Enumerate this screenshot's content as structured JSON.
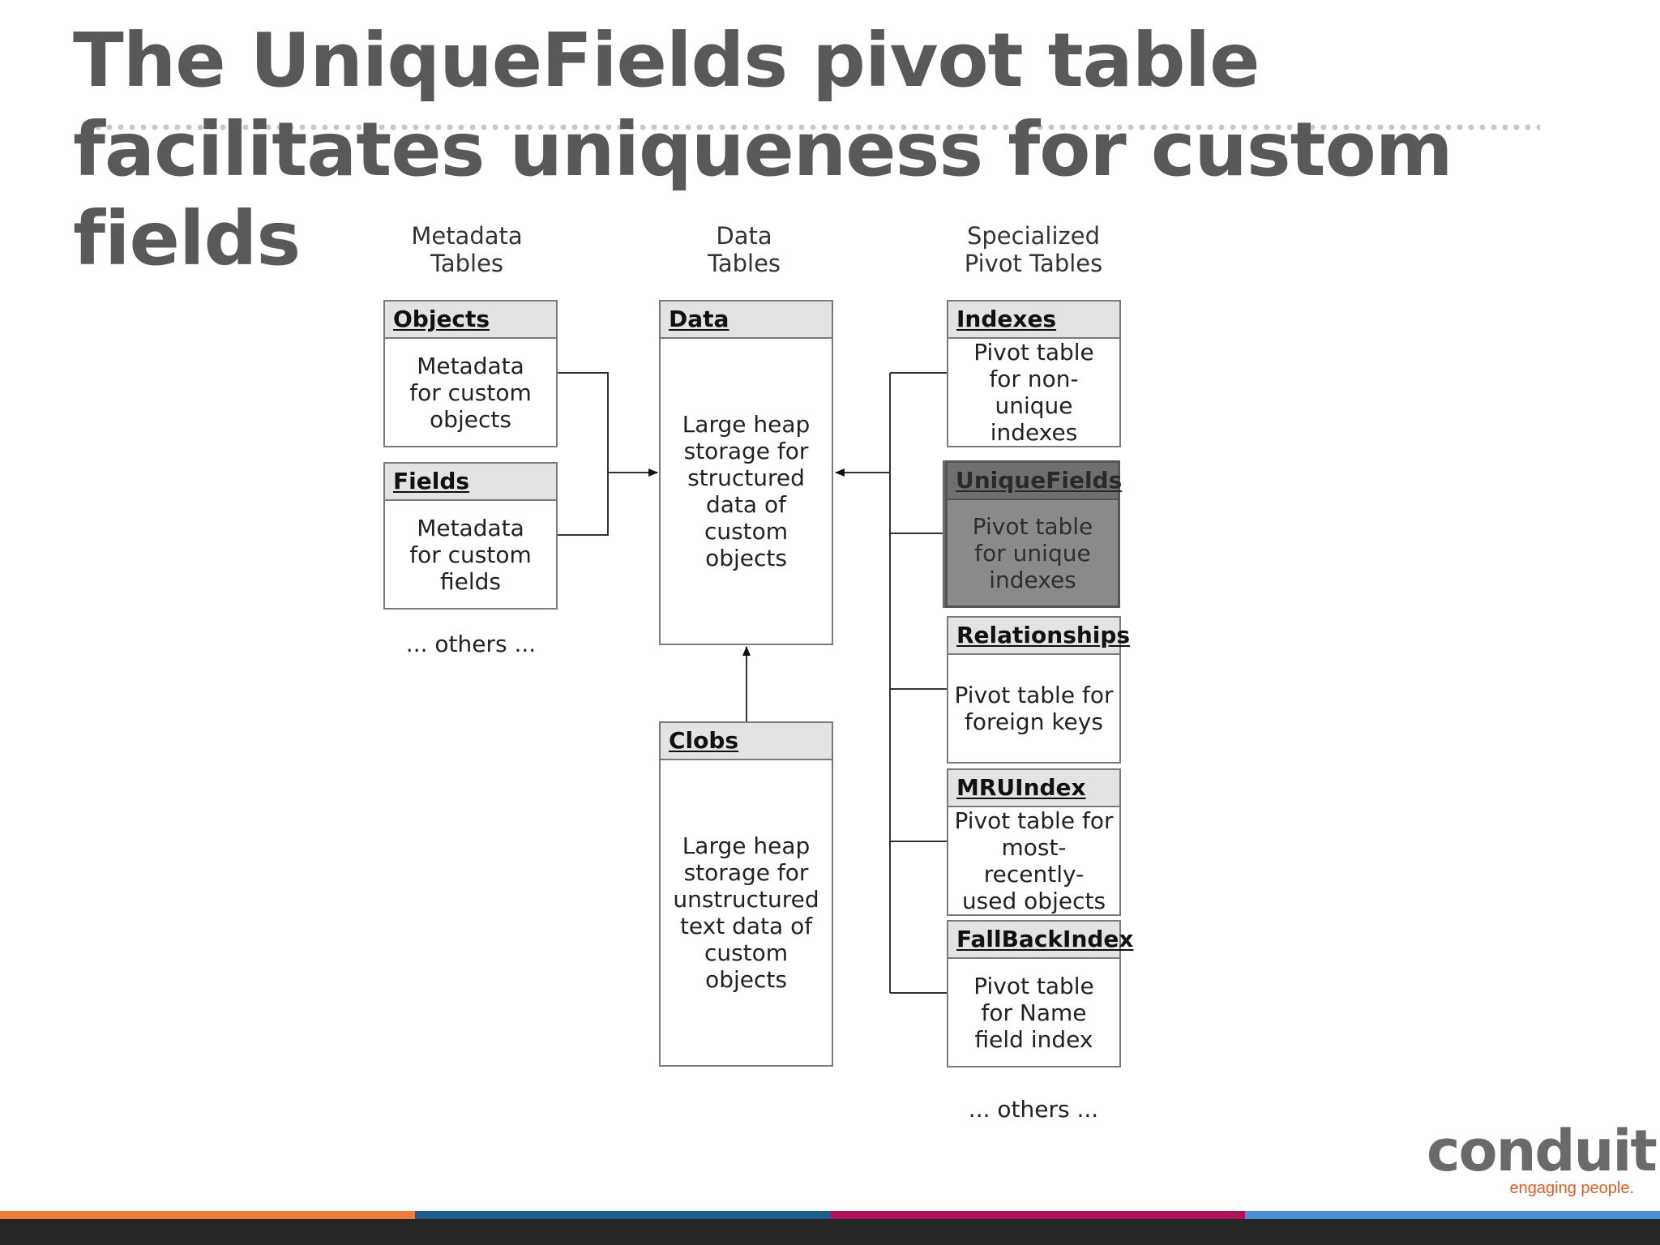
{
  "slide": {
    "title": "The UniqueFields pivot table facilitates uniqueness for custom fields"
  },
  "columns": {
    "metadata": "Metadata\nTables",
    "data": "Data\nTables",
    "pivot": "Specialized\nPivot Tables"
  },
  "tables": {
    "objects": {
      "name": "Objects",
      "desc": "Metadata\nfor custom\nobjects"
    },
    "fields": {
      "name": "Fields",
      "desc": "Metadata\nfor custom\nfields"
    },
    "data": {
      "name": "Data",
      "desc": "Large heap\nstorage for\nstructured\ndata of\ncustom\nobjects"
    },
    "clobs": {
      "name": "Clobs",
      "desc": "Large heap\nstorage for\nunstructured\ntext data of\ncustom\nobjects"
    },
    "indexes": {
      "name": "Indexes",
      "desc": "Pivot table\nfor non-unique\nindexes"
    },
    "uniquefields": {
      "name": "UniqueFields",
      "desc": "Pivot table\nfor unique\nindexes"
    },
    "relationships": {
      "name": "Relationships",
      "desc": "Pivot table for\nforeign keys"
    },
    "mruindex": {
      "name": "MRUIndex",
      "desc": "Pivot table for\nmost-recently-\nused objects"
    },
    "fallbackindex": {
      "name": "FallBackIndex",
      "desc": "Pivot table\nfor Name\nfield index"
    }
  },
  "others_metadata": "... others ...",
  "others_pivot": "... others ...",
  "logo": {
    "main": "conduit",
    "tagline": "engaging people."
  },
  "stripe_colors": [
    "#f07d3b",
    "#1c5f8f",
    "#b0145a",
    "#4a90d9"
  ]
}
